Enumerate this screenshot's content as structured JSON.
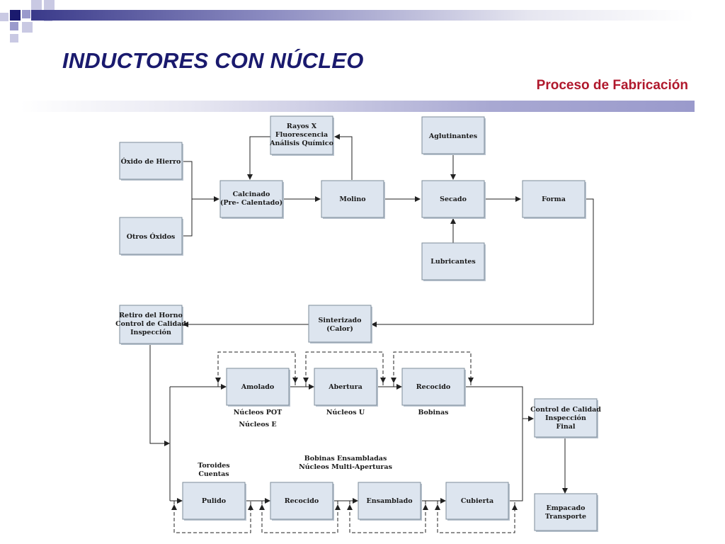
{
  "slide": {
    "title": "INDUCTORES CON NÚCLEO",
    "subtitle": "Proceso de Fabricación"
  },
  "decoration": {
    "accent_dark": "#1a1a6e",
    "accent_light": "#9a9acc",
    "subtitle_color": "#b0182c",
    "box_fill": "#dde5ef"
  },
  "diagram": {
    "boxes": {
      "oxido_hierro": [
        "Óxido de Hierro"
      ],
      "otros_oxidos": [
        "Otros Óxidos"
      ],
      "calcinado": [
        "Calcinado",
        "(Pre- Calentado)"
      ],
      "rayos_x": [
        "Rayos X",
        "Fluorescencia",
        "Análisis Químico"
      ],
      "molino": [
        "Molino"
      ],
      "aglutinantes": [
        "Aglutinantes"
      ],
      "secado": [
        "Secado"
      ],
      "lubricantes": [
        "Lubricantes"
      ],
      "forma": [
        "Forma"
      ],
      "sinterizado": [
        "Sinterizado",
        "(Calor)"
      ],
      "retiro_horno": [
        "Retiro del Horno",
        "Control de Calidad",
        "Inspección"
      ],
      "amolado": [
        "Amolado"
      ],
      "abertura": [
        "Abertura"
      ],
      "recocido_top": [
        "Recocido"
      ],
      "control_final": [
        "Control de Calidad",
        "Inspección",
        "Final"
      ],
      "pulido": [
        "Pulido"
      ],
      "recocido_bottom": [
        "Recocido"
      ],
      "ensamblado": [
        "Ensamblado"
      ],
      "cubierta": [
        "Cubierta"
      ],
      "empacado": [
        "Empacado",
        "Transporte"
      ]
    },
    "labels": {
      "nucleos_pot": "Núcleos POT",
      "nucleos_e": "Núcleos E",
      "nucleos_u": "Núcleos U",
      "bobinas": "Bobinas",
      "toroides": "Toroides",
      "cuentas": "Cuentas",
      "bobinas_ensambladas": "Bobinas Ensambladas",
      "nucleos_multi": "Núcleos Multi-Aperturas"
    }
  }
}
